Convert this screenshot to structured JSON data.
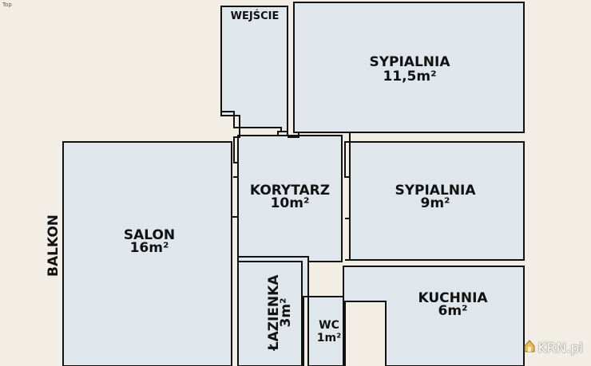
{
  "view_label": "Top",
  "colors": {
    "room_fill": "#dfe7ed",
    "wall": "#111111",
    "background": "#f2eee6",
    "corridor_fill": "#dfe7ed"
  },
  "rooms": {
    "wejscie": {
      "name": "WEJŚCIE"
    },
    "sypialnia_1": {
      "name": "SYPIALNIA",
      "area": "11,5m²"
    },
    "sypialnia_2": {
      "name": "SYPIALNIA",
      "area": "9m²"
    },
    "korytarz": {
      "name": "KORYTARZ",
      "area": "10m²"
    },
    "salon": {
      "name": "SALON",
      "area": "16m²"
    },
    "lazienka": {
      "name": "ŁAZIENKA",
      "area": "3m²"
    },
    "wc": {
      "name": "WC",
      "area": "1m²"
    },
    "kuchnia": {
      "name": "KUCHNIA",
      "area": "6m²"
    }
  },
  "balcony_label": "BALKON",
  "watermark": {
    "text": "KRN.pl",
    "icon": "house-icon"
  }
}
